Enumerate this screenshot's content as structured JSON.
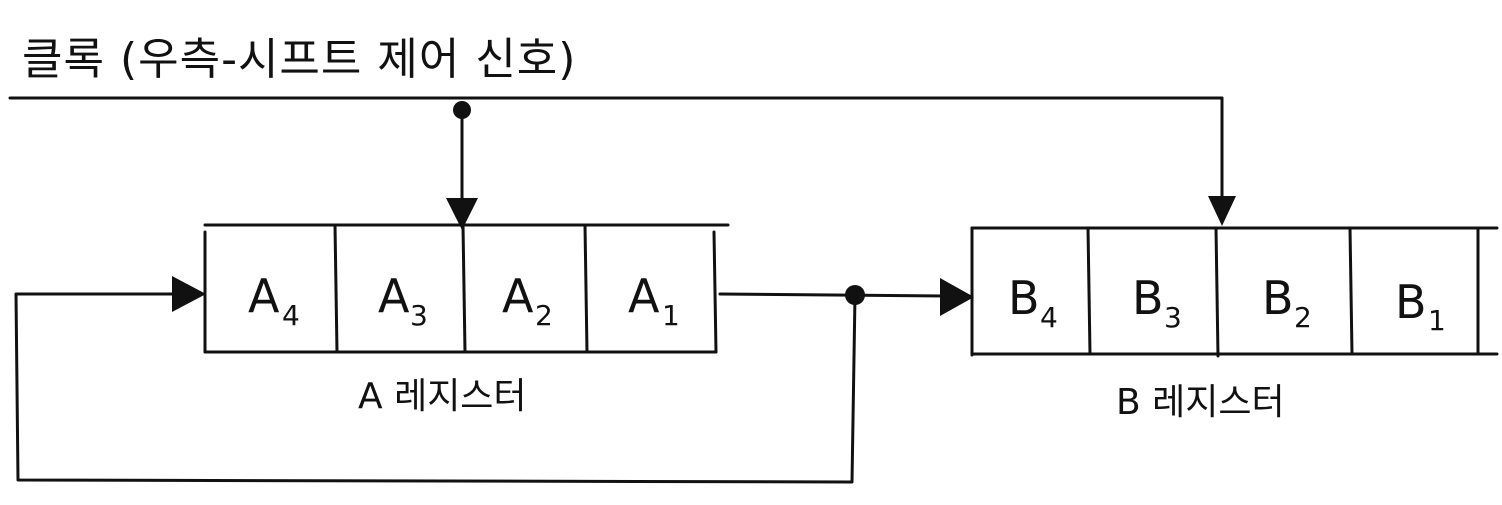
{
  "clock_label": "클록 (우측-시프트 제어 신호)",
  "register_a": {
    "caption": "A 레지스터",
    "cells": [
      {
        "letter": "A",
        "index": "4"
      },
      {
        "letter": "A",
        "index": "3"
      },
      {
        "letter": "A",
        "index": "2"
      },
      {
        "letter": "A",
        "index": "1"
      }
    ]
  },
  "register_b": {
    "caption": "B 레지스터",
    "cells": [
      {
        "letter": "B",
        "index": "4"
      },
      {
        "letter": "B",
        "index": "3"
      },
      {
        "letter": "B",
        "index": "2"
      },
      {
        "letter": "B",
        "index": "1"
      }
    ]
  },
  "colors": {
    "ink": "#111111",
    "paper": "#ffffff"
  }
}
